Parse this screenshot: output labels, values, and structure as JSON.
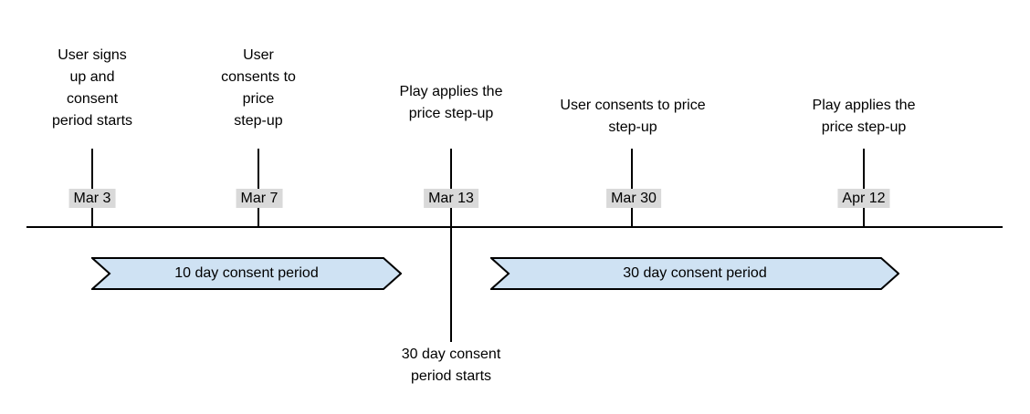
{
  "diagram": {
    "colors": {
      "background": "#ffffff",
      "line": "#000000",
      "text": "#000000",
      "date_bg": "#d9d9d9",
      "arrow_fill": "#cfe2f3",
      "arrow_border": "#000000"
    },
    "events": [
      {
        "date": "Mar 3",
        "label": "User signs\nup and\nconsent\nperiod starts"
      },
      {
        "date": "Mar 7",
        "label": "User\nconsents to\nprice\nstep-up"
      },
      {
        "date": "Mar 13",
        "label": "Play applies the\nprice step-up"
      },
      {
        "date": "Mar 30",
        "label": "User consents to price\nstep-up"
      },
      {
        "date": "Apr 12",
        "label": "Play applies the\nprice step-up"
      }
    ],
    "periods": [
      {
        "label": "10 day consent period"
      },
      {
        "label": "30 day consent period"
      }
    ],
    "note": {
      "text": "30 day consent\nperiod starts"
    }
  }
}
